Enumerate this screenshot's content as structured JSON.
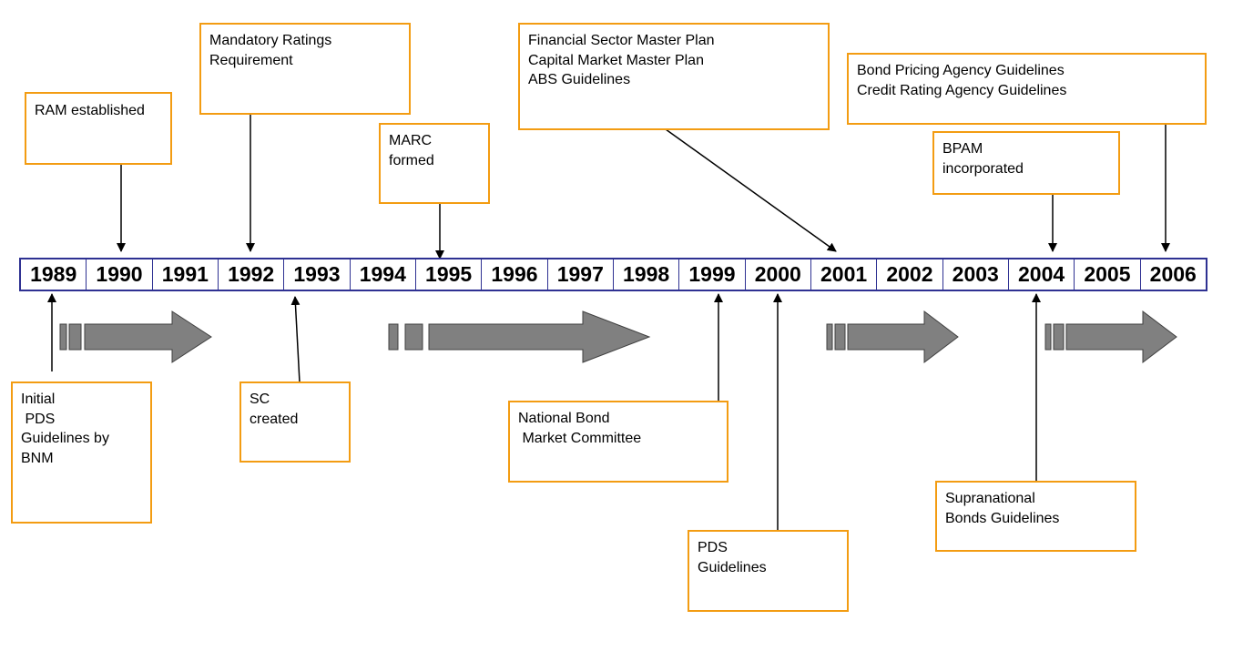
{
  "timeline": {
    "years": [
      "1989",
      "1990",
      "1991",
      "1992",
      "1993",
      "1994",
      "1995",
      "1996",
      "1997",
      "1998",
      "1999",
      "2000",
      "2001",
      "2002",
      "2003",
      "2004",
      "2005",
      "2006"
    ]
  },
  "events_above": [
    {
      "id": "ram",
      "lines": [
        "RAM established"
      ]
    },
    {
      "id": "mandatory-ratings",
      "lines": [
        "Mandatory Ratings",
        "Requirement"
      ]
    },
    {
      "id": "marc",
      "lines": [
        "MARC",
        "formed"
      ]
    },
    {
      "id": "master-plans",
      "lines": [
        "Financial Sector Master Plan",
        "Capital Market Master Plan",
        "ABS Guidelines"
      ]
    },
    {
      "id": "bpam",
      "lines": [
        "BPAM",
        "incorporated"
      ]
    },
    {
      "id": "bond-pricing",
      "lines": [
        "Bond Pricing Agency Guidelines",
        "Credit Rating Agency Guidelines"
      ]
    }
  ],
  "events_below": [
    {
      "id": "initial-pds",
      "lines": [
        "Initial",
        " PDS",
        "Guidelines by",
        "BNM"
      ]
    },
    {
      "id": "sc",
      "lines": [
        "SC",
        "created"
      ]
    },
    {
      "id": "national-bond",
      "lines": [
        "National Bond",
        " Market Committee"
      ]
    },
    {
      "id": "pds-guidelines",
      "lines": [
        "PDS",
        "Guidelines"
      ]
    },
    {
      "id": "supranational",
      "lines": [
        "Supranational",
        "Bonds Guidelines"
      ]
    }
  ],
  "colors": {
    "box_border": "#f39c12",
    "timeline_border": "#2e3192",
    "arrow_fill": "#808080",
    "connector": "#000000"
  }
}
